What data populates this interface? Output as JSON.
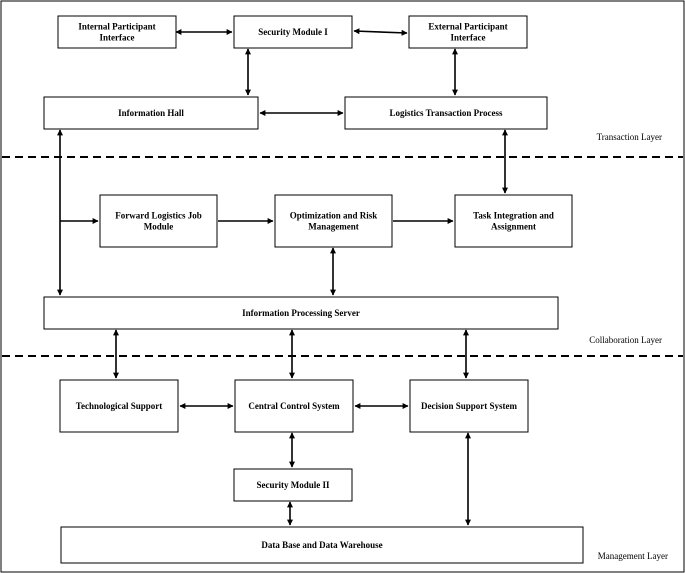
{
  "nodes": [
    {
      "id": "internal",
      "lines": [
        "Internal Participant",
        "Interface"
      ]
    },
    {
      "id": "security1",
      "lines": [
        "Security Module I"
      ]
    },
    {
      "id": "external",
      "lines": [
        "External Participant",
        "Interface"
      ]
    },
    {
      "id": "info_hall",
      "lines": [
        "Information Hall"
      ]
    },
    {
      "id": "logistics",
      "lines": [
        "Logistics Transaction Process"
      ]
    },
    {
      "id": "forward",
      "lines": [
        "Forward Logistics Job",
        "Module"
      ]
    },
    {
      "id": "optimization",
      "lines": [
        "Optimization and Risk",
        "Management"
      ]
    },
    {
      "id": "task",
      "lines": [
        "Task Integration and",
        "Assignment"
      ]
    },
    {
      "id": "info_server",
      "lines": [
        "Information Processing Server"
      ]
    },
    {
      "id": "tech",
      "lines": [
        "Technological Support"
      ]
    },
    {
      "id": "central",
      "lines": [
        "Central Control System"
      ]
    },
    {
      "id": "decision",
      "lines": [
        "Decision Support System"
      ]
    },
    {
      "id": "security2",
      "lines": [
        "Security Module II"
      ]
    },
    {
      "id": "database",
      "lines": [
        "Data Base and Data Warehouse"
      ]
    }
  ],
  "layers": [
    {
      "id": "transaction",
      "label": "Transaction Layer"
    },
    {
      "id": "collaboration",
      "label": "Collaboration Layer"
    },
    {
      "id": "management",
      "label": "Management Layer"
    }
  ],
  "edges": [
    {
      "from": "internal",
      "to": "security1",
      "arrows": "both"
    },
    {
      "from": "security1",
      "to": "external",
      "arrows": "both"
    },
    {
      "from": "security1",
      "to": "info_hall",
      "arrows": "both"
    },
    {
      "from": "external",
      "to": "logistics",
      "arrows": "both"
    },
    {
      "from": "info_hall",
      "to": "logistics",
      "arrows": "both"
    },
    {
      "from": "logistics",
      "to": "task",
      "arrows": "both"
    },
    {
      "from": "info_hall",
      "to": "info_server",
      "arrows": "both"
    },
    {
      "from": "info_hall",
      "to": "forward",
      "arrows": "end"
    },
    {
      "from": "forward",
      "to": "optimization",
      "arrows": "end"
    },
    {
      "from": "optimization",
      "to": "task",
      "arrows": "end"
    },
    {
      "from": "optimization",
      "to": "info_server",
      "arrows": "both"
    },
    {
      "from": "info_server",
      "to": "tech",
      "arrows": "both"
    },
    {
      "from": "info_server",
      "to": "central",
      "arrows": "both"
    },
    {
      "from": "info_server",
      "to": "decision",
      "arrows": "both"
    },
    {
      "from": "tech",
      "to": "central",
      "arrows": "both"
    },
    {
      "from": "central",
      "to": "decision",
      "arrows": "both"
    },
    {
      "from": "central",
      "to": "security2",
      "arrows": "both"
    },
    {
      "from": "security2",
      "to": "database",
      "arrows": "both"
    },
    {
      "from": "decision",
      "to": "database",
      "arrows": "both"
    }
  ]
}
